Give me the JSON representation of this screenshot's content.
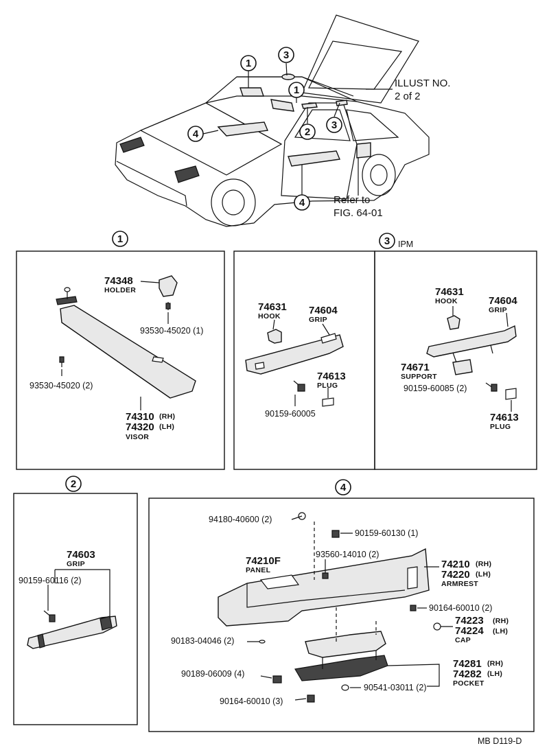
{
  "overview": {
    "illust_label_line1": "ILLUST NO.",
    "illust_label_line2": "2 of 2",
    "refer_line1": "Refer to",
    "refer_line2": "FIG. 64-01",
    "callouts": [
      "1",
      "1",
      "2",
      "3",
      "3",
      "4",
      "4"
    ]
  },
  "sections": {
    "s1": {
      "number": "1"
    },
    "s2": {
      "number": "2"
    },
    "s3": {
      "number": "3",
      "suffix": "IPM"
    },
    "s4": {
      "number": "4"
    }
  },
  "visor_panel": {
    "holder_num": "74348",
    "holder_cap": "HOLDER",
    "screw1": "93530-45020 (1)",
    "screw2": "93530-45020 (2)",
    "visor_rh": "74310",
    "visor_rh_tag": "(RH)",
    "visor_lh": "74320",
    "visor_lh_tag": "(LH)",
    "visor_cap": "VISOR"
  },
  "grip_panel_a": {
    "hook_num": "74631",
    "hook_cap": "HOOK",
    "grip_num": "74604",
    "grip_cap": "GRIP",
    "plug_num": "74613",
    "plug_cap": "PLUG",
    "screw": "90159-60005"
  },
  "grip_panel_b": {
    "hook_num": "74631",
    "hook_cap": "HOOK",
    "grip_num": "74604",
    "grip_cap": "GRIP",
    "support_num": "74671",
    "support_cap": "SUPPORT",
    "screw": "90159-60085 (2)",
    "plug_num": "74613",
    "plug_cap": "PLUG"
  },
  "grip_panel_c": {
    "grip_num": "74603",
    "grip_cap": "GRIP",
    "screw": "90159-60116 (2)"
  },
  "armrest_panel": {
    "p1": "94180-40600 (2)",
    "p2": "90159-60130 (1)",
    "p3": "93560-14010 (2)",
    "panel_num": "74210F",
    "panel_cap": "PANEL",
    "arm_rh": "74210",
    "arm_rh_tag": "(RH)",
    "arm_lh": "74220",
    "arm_lh_tag": "(LH)",
    "arm_cap": "ARMREST",
    "p4": "90164-60010 (2)",
    "cap_rh": "74223",
    "cap_rh_tag": "(RH)",
    "cap_lh": "74224",
    "cap_lh_tag": "(LH)",
    "cap_cap": "CAP",
    "p5": "90183-04046 (2)",
    "p6": "90189-06009 (4)",
    "pocket_rh": "74281",
    "pocket_rh_tag": "(RH)",
    "pocket_lh": "74282",
    "pocket_lh_tag": "(LH)",
    "pocket_cap": "POCKET",
    "p7": "90541-03011 (2)",
    "p8": "90164-60010 (3)"
  },
  "footer": {
    "code": "MB  D119-D"
  }
}
